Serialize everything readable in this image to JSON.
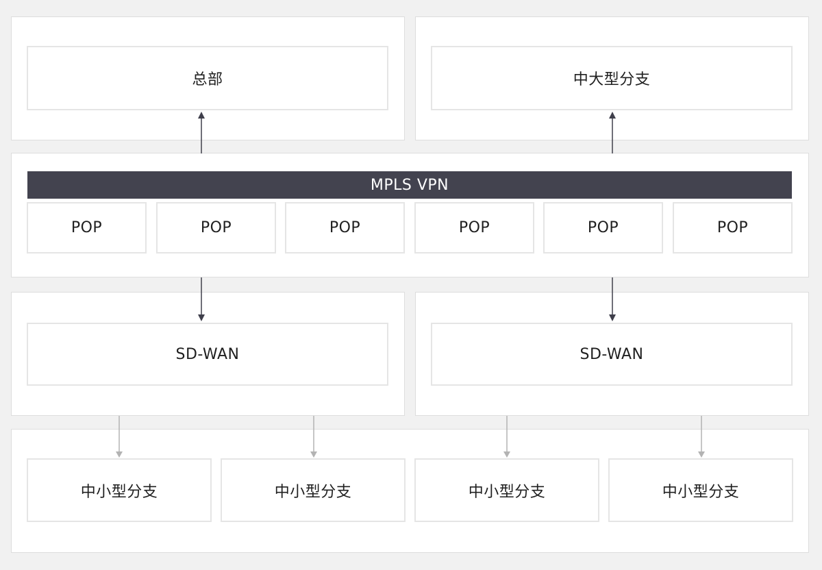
{
  "colors": {
    "background": "#f1f1f1",
    "panel": "#ffffff",
    "panel_border": "#dddddd",
    "node_border": "#e5e5e5",
    "bar": "#43434f",
    "bar_text": "#ffffff",
    "dark_arrow": "#3f3f4b",
    "light_arrow": "#b3b3b3"
  },
  "top_row": {
    "headquarters": "总部",
    "large_branch": "中大型分支"
  },
  "backbone": {
    "title": "MPLS VPN",
    "pops": [
      "POP",
      "POP",
      "POP",
      "POP",
      "POP",
      "POP"
    ]
  },
  "sdwan_row": {
    "left": "SD-WAN",
    "right": "SD-WAN"
  },
  "small_branches": [
    "中小型分支",
    "中小型分支",
    "中小型分支",
    "中小型分支"
  ]
}
